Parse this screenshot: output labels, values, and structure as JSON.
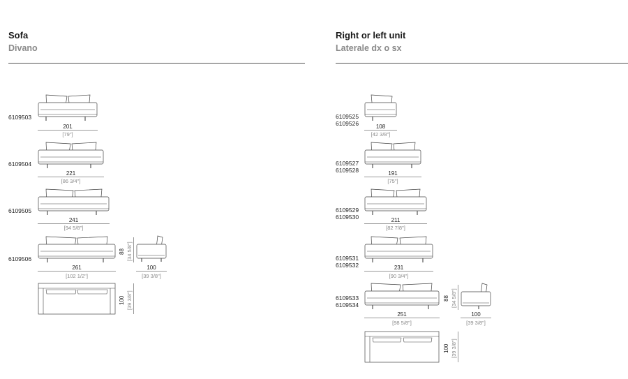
{
  "left": {
    "title": "Sofa",
    "subtitle": "Divano",
    "items": [
      {
        "codes": [
          "6109503"
        ],
        "width": "201",
        "width_in": "[79\"]"
      },
      {
        "codes": [
          "6109504"
        ],
        "width": "221",
        "width_in": "[86 3/4\"]"
      },
      {
        "codes": [
          "6109505"
        ],
        "width": "241",
        "width_in": "[94 5/8\"]"
      },
      {
        "codes": [
          "6109506"
        ],
        "width": "261",
        "width_in": "[102 1/2\"]"
      }
    ],
    "height": "88",
    "height_in": "[34 5/8\"]",
    "depth": "100",
    "depth_in": "[39 3/8\"]"
  },
  "right": {
    "title": "Right or left unit",
    "subtitle": "Laterale dx o sx",
    "items": [
      {
        "codes": [
          "6109525",
          "6109526"
        ],
        "width": "108",
        "width_in": "[42 3/8\"]"
      },
      {
        "codes": [
          "6109527",
          "6109528"
        ],
        "width": "191",
        "width_in": "[75\"]"
      },
      {
        "codes": [
          "6109529",
          "6109530"
        ],
        "width": "211",
        "width_in": "[82 7/8\"]"
      },
      {
        "codes": [
          "6109531",
          "6109532"
        ],
        "width": "231",
        "width_in": "[90 3/4\"]"
      },
      {
        "codes": [
          "6109533",
          "6109534"
        ],
        "width": "251",
        "width_in": "[98 5/8\"]"
      }
    ],
    "height": "88",
    "height_in": "[34 5/8\"]",
    "depth": "100",
    "depth_in": "[39 3/8\"]"
  }
}
